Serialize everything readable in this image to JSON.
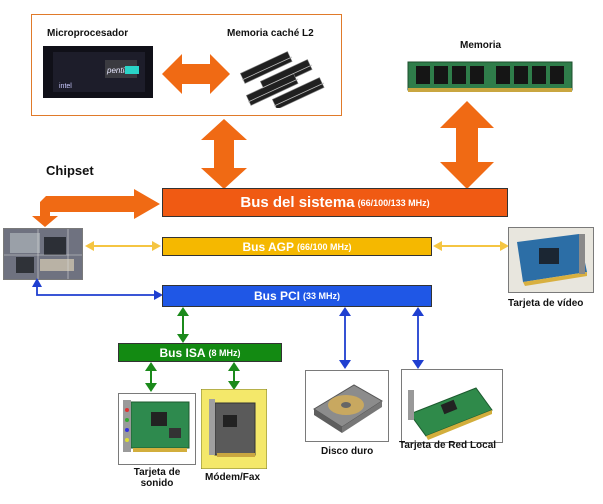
{
  "labels": {
    "microprocesador": "Microprocesador",
    "memoria_cache": "Memoria caché L2",
    "memoria": "Memoria",
    "chipset": "Chipset",
    "tarjeta_video": "Tarjeta de vídeo",
    "disco_duro": "Disco duro",
    "tarjeta_red": "Tarjeta de Red Local",
    "tarjeta_sonido_line1": "Tarjeta de",
    "tarjeta_sonido_line2": "sonido",
    "modem": "Módem/Fax"
  },
  "buses": {
    "system": {
      "name": "Bus del sistema",
      "speed": "(66/100/133 MHz)"
    },
    "agp": {
      "name": "Bus AGP",
      "speed": "(66/100 MHz)"
    },
    "pci": {
      "name": "Bus PCI",
      "speed": "(33 MHz)"
    },
    "isa": {
      "name": "Bus ISA",
      "speed": "(8 MHz)"
    }
  },
  "colors": {
    "system": "#f05a13",
    "agp": "#f5b800",
    "pci": "#1f57e6",
    "isa": "#138a12",
    "arrow_orange": "#f06a14",
    "arrow_agp": "#f5c542",
    "arrow_pci": "#1f3fd0",
    "arrow_isa": "#1b8a1b"
  }
}
